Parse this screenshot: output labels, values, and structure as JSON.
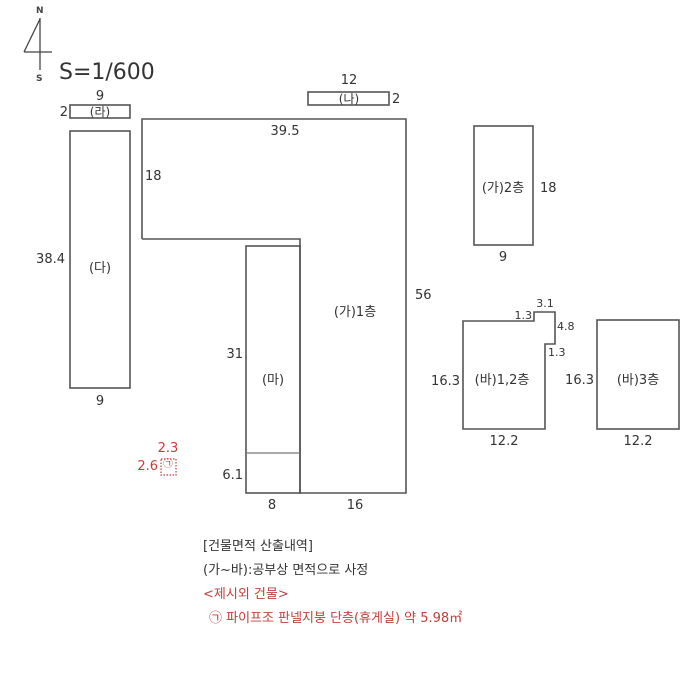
{
  "header": {
    "compass_north": "N",
    "compass_south": "S",
    "scale": "S=1/600"
  },
  "colors": {
    "line": "#555555",
    "text": "#333333",
    "annex_red": "#c0403c"
  },
  "buildings": {
    "ra": {
      "label": "(라)",
      "width": "9",
      "height": "2"
    },
    "na": {
      "label": "(나)",
      "width": "12",
      "height": "2"
    },
    "da": {
      "label": "(다)",
      "width": "9",
      "height": "38.4"
    },
    "ga1": {
      "label": "(가)1층",
      "top_width": "39.5",
      "left_height": "18",
      "right_height": "56",
      "bottom_right_width": "16"
    },
    "ma": {
      "label": "(마)",
      "height": "31",
      "lower_height": "6.1",
      "width": "8"
    },
    "ga2": {
      "label": "(가)2층",
      "width": "9",
      "height": "18"
    },
    "ba12": {
      "label": "(바)1,2층",
      "height": "16.3",
      "width": "12.2",
      "notch_a": "1.3",
      "notch_top": "3.1",
      "notch_side": "4.8",
      "notch_b": "1.3"
    },
    "ba3": {
      "label": "(바)3층",
      "height": "16.3",
      "width": "12.2"
    },
    "annex": {
      "symbol": "㉠",
      "width": "2.3",
      "height": "2.6"
    }
  },
  "legend": {
    "title": "[건물면적 산출내역]",
    "line1": "(가~바):공부상 면적으로 사정",
    "excluded_title": "<제시외 건물>",
    "excluded_item": "㉠ 파이프조 판넬지붕 단층(휴게실) 약 5.98㎡"
  }
}
